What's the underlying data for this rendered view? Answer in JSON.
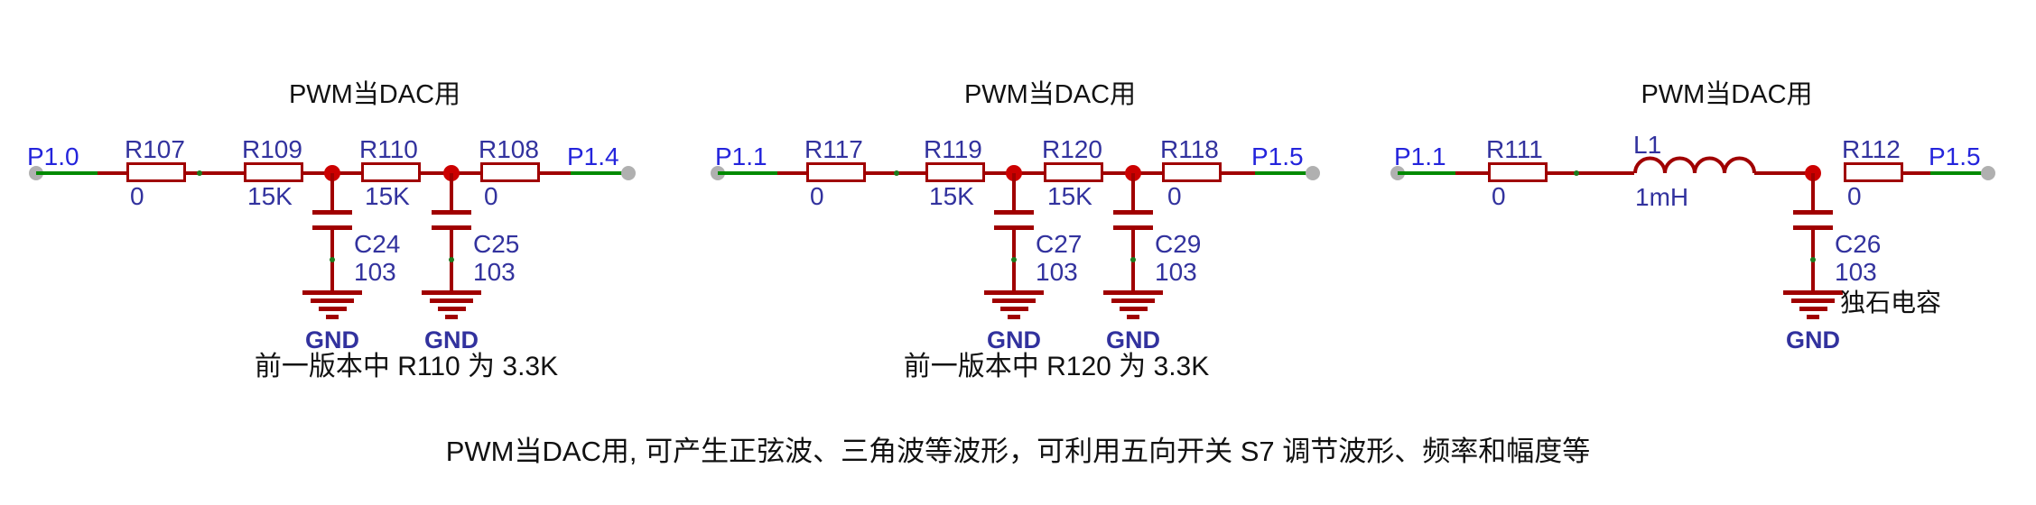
{
  "caption": "PWM当DAC用, 可产生正弦波、三角波等波形，可利用五向开关 S7 调节波形、频率和幅度等",
  "colors": {
    "wire_red": "#A00000",
    "junction_red": "#CC0000",
    "net_green": "#008A00",
    "terminal_gray": "#B0B0B0",
    "label_navy": "#32329E",
    "port_blue": "#2424DC",
    "text_black": "#111111"
  },
  "circuits": [
    {
      "title": "PWM当DAC用",
      "input_port": "P1.0",
      "output_port": "P1.4",
      "resistors": [
        {
          "ref": "R107",
          "value": "0"
        },
        {
          "ref": "R109",
          "value": "15K"
        },
        {
          "ref": "R110",
          "value": "15K"
        },
        {
          "ref": "R108",
          "value": "0"
        }
      ],
      "capacitors": [
        {
          "ref": "C24",
          "value": "103"
        },
        {
          "ref": "C25",
          "value": "103"
        }
      ],
      "gnd_labels": [
        "GND",
        "GND"
      ],
      "note": "前一版本中 R110 为 3.3K"
    },
    {
      "title": "PWM当DAC用",
      "input_port": "P1.1",
      "output_port": "P1.5",
      "resistors": [
        {
          "ref": "R117",
          "value": "0"
        },
        {
          "ref": "R119",
          "value": "15K"
        },
        {
          "ref": "R120",
          "value": "15K"
        },
        {
          "ref": "R118",
          "value": "0"
        }
      ],
      "capacitors": [
        {
          "ref": "C27",
          "value": "103"
        },
        {
          "ref": "C29",
          "value": "103"
        }
      ],
      "gnd_labels": [
        "GND",
        "GND"
      ],
      "note": "前一版本中 R120 为 3.3K"
    },
    {
      "title": "PWM当DAC用",
      "input_port": "P1.1",
      "output_port": "P1.5",
      "resistors": [
        {
          "ref": "R111",
          "value": "0"
        },
        {
          "ref": "R112",
          "value": "0"
        }
      ],
      "inductor": {
        "ref": "L1",
        "value": "1mH"
      },
      "capacitors": [
        {
          "ref": "C26",
          "value": "103"
        }
      ],
      "capacitor_note": "独石电容",
      "gnd_labels": [
        "GND"
      ]
    }
  ]
}
